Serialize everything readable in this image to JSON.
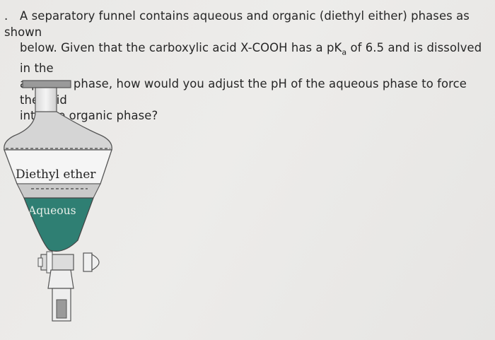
{
  "question": {
    "bullet": ".",
    "line1": "A separatory funnel contains aqueous and organic (diethyl either) phases as shown",
    "line2_part1": "below. Given that the carboxylic acid X-COOH has a pK",
    "line2_sub": "a",
    "line2_part2": " of 6.5 and is dissolved in the",
    "line3": "aqueous phase, how would you adjust the pH of the aqueous phase to force the acid",
    "line4": "into the organic phase?"
  },
  "figure": {
    "organic_label": "Diethyl ether",
    "aqueous_label": "Aqueous",
    "colors": {
      "aqueous": "#2f7f73",
      "ether": "#c9c9c9",
      "glass_outline": "#555555"
    }
  }
}
